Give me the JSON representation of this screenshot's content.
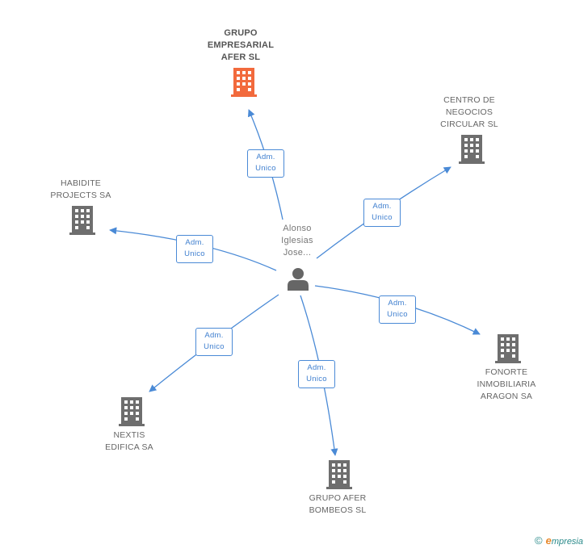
{
  "colors": {
    "edge": "#4a8ad6",
    "node_gray": "#6e6e6e",
    "node_main": "#f26a3d",
    "person": "#666666"
  },
  "center": {
    "label": "Alonso\nIglesias\nJose...",
    "icon": "person-icon"
  },
  "nodes": [
    {
      "id": "grupo-empresarial",
      "label": "GRUPO\nEMPRESARIAL\nAFER SL",
      "icon": "building-icon",
      "highlight": true
    },
    {
      "id": "centro-negocios",
      "label": "CENTRO DE\nNEGOCIOS\nCIRCULAR SL",
      "icon": "building-icon",
      "highlight": false
    },
    {
      "id": "habidite",
      "label": "HABIDITE\nPROJECTS SA",
      "icon": "building-icon",
      "highlight": false
    },
    {
      "id": "fonorte",
      "label": "FONORTE\nINMOBILIARIA\nARAGON SA",
      "icon": "building-icon",
      "highlight": false
    },
    {
      "id": "nextis",
      "label": "NEXTIS\nEDIFICA SA",
      "icon": "building-icon",
      "highlight": false
    },
    {
      "id": "grupo-afer-bombeos",
      "label": "GRUPO AFER\nBOMBEOS SL",
      "icon": "building-icon",
      "highlight": false
    }
  ],
  "edges": [
    {
      "to": "grupo-empresarial",
      "line1": "Adm.",
      "line2": "Unico"
    },
    {
      "to": "centro-negocios",
      "line1": "Adm.",
      "line2": "Unico"
    },
    {
      "to": "habidite",
      "line1": "Adm.",
      "line2": "Unico"
    },
    {
      "to": "fonorte",
      "line1": "Adm.",
      "line2": "Unico"
    },
    {
      "to": "nextis",
      "line1": "Adm.",
      "line2": "Unico"
    },
    {
      "to": "grupo-afer-bombeos",
      "line1": "Adm.",
      "line2": "Unico"
    }
  ],
  "footer": {
    "copyright": "©",
    "brand_initial": "e",
    "brand_rest": "mpresia"
  }
}
